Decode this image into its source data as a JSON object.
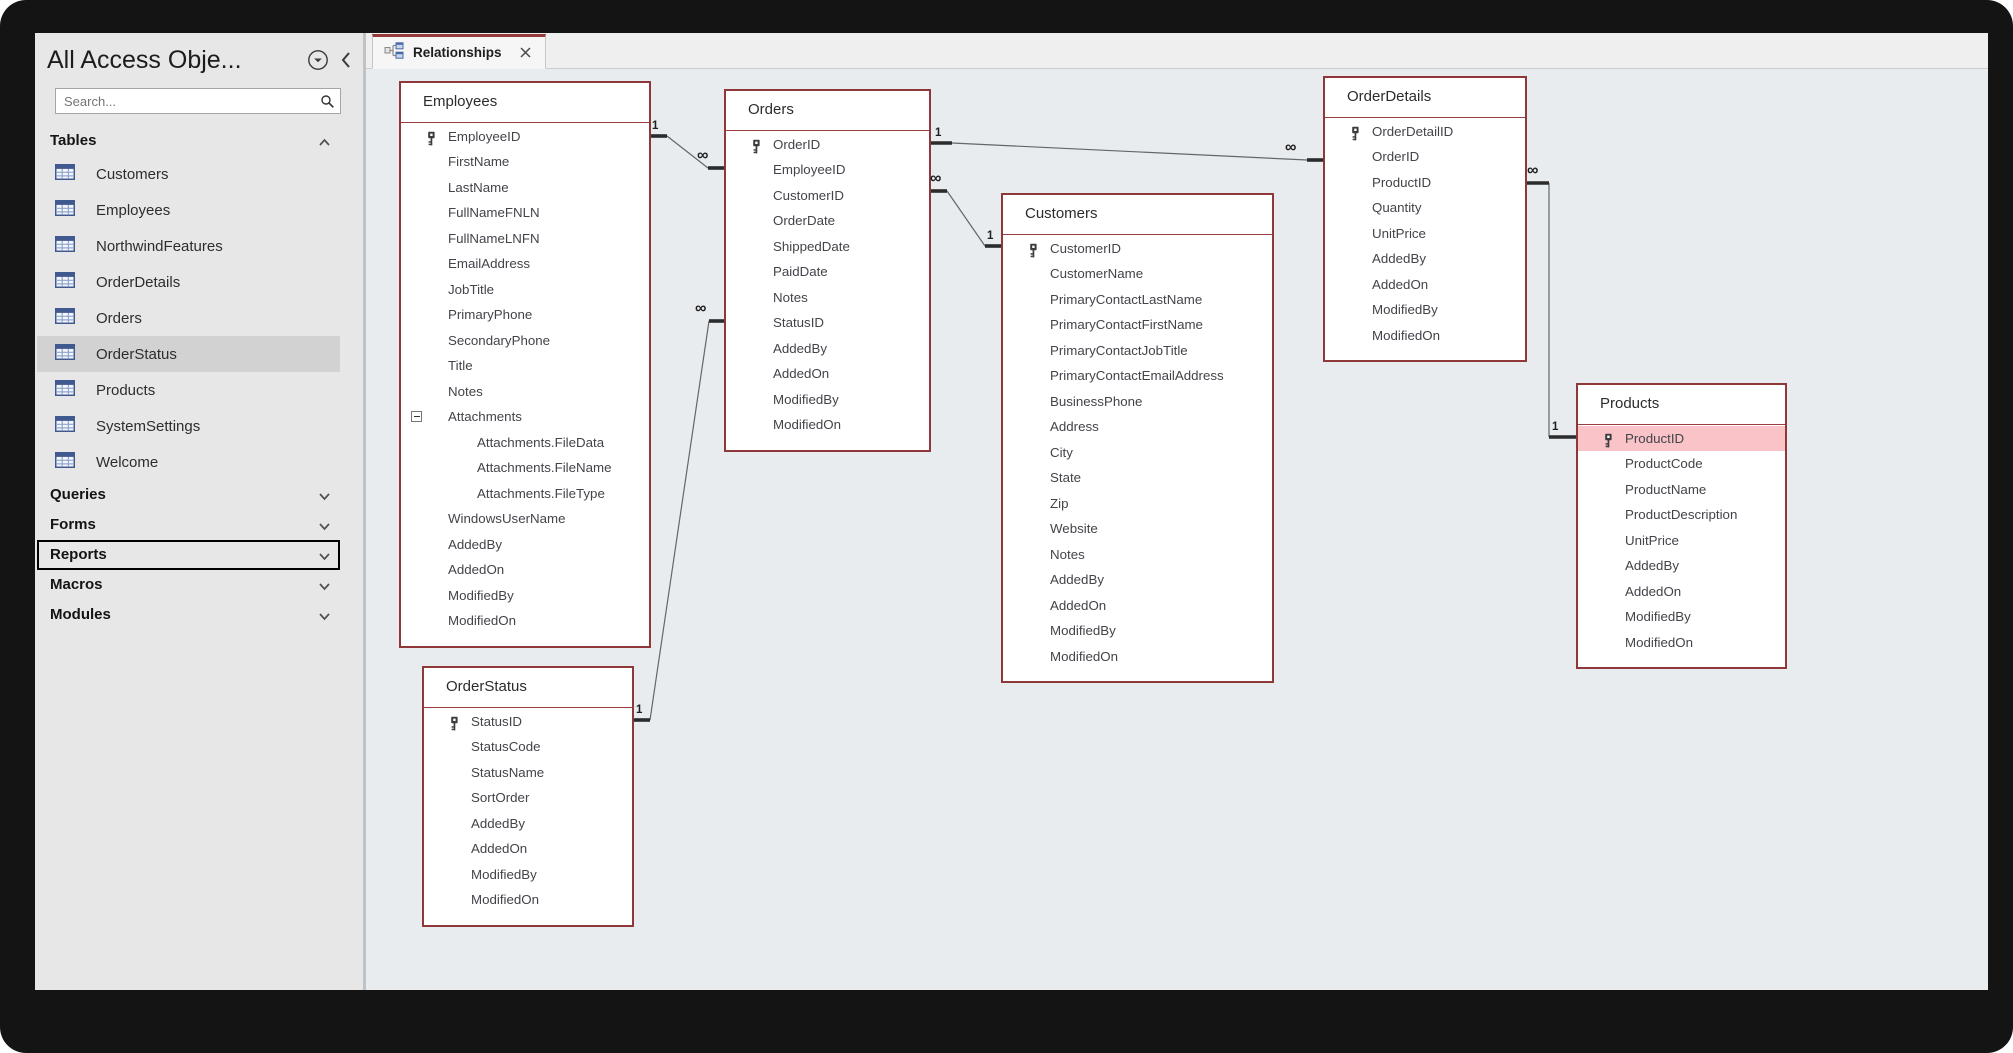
{
  "window": {
    "tab": {
      "label": "Relationships"
    }
  },
  "sidebar": {
    "title": "All Access Obje...",
    "search_placeholder": "Search...",
    "selected_item": "OrderStatus",
    "sections": [
      {
        "label": "Tables",
        "expanded": true,
        "focused": false,
        "items": [
          {
            "label": "Customers"
          },
          {
            "label": "Employees"
          },
          {
            "label": "NorthwindFeatures"
          },
          {
            "label": "OrderDetails"
          },
          {
            "label": "Orders"
          },
          {
            "label": "OrderStatus"
          },
          {
            "label": "Products"
          },
          {
            "label": "SystemSettings"
          },
          {
            "label": "Welcome"
          }
        ]
      },
      {
        "label": "Queries",
        "expanded": false,
        "focused": false
      },
      {
        "label": "Forms",
        "expanded": false,
        "focused": false
      },
      {
        "label": "Reports",
        "expanded": false,
        "focused": true
      },
      {
        "label": "Macros",
        "expanded": false,
        "focused": false
      },
      {
        "label": "Modules",
        "expanded": false,
        "focused": false
      }
    ]
  },
  "diagram": {
    "tables": [
      {
        "name": "Employees",
        "fields": [
          {
            "name": "EmployeeID",
            "key": true
          },
          {
            "name": "FirstName"
          },
          {
            "name": "LastName"
          },
          {
            "name": "FullNameFNLN"
          },
          {
            "name": "FullNameLNFN"
          },
          {
            "name": "EmailAddress"
          },
          {
            "name": "JobTitle"
          },
          {
            "name": "PrimaryPhone"
          },
          {
            "name": "SecondaryPhone"
          },
          {
            "name": "Title"
          },
          {
            "name": "Notes"
          },
          {
            "name": "Attachments",
            "expander": true
          },
          {
            "name": "Attachments.FileData",
            "indent": true
          },
          {
            "name": "Attachments.FileName",
            "indent": true
          },
          {
            "name": "Attachments.FileType",
            "indent": true
          },
          {
            "name": "WindowsUserName"
          },
          {
            "name": "AddedBy"
          },
          {
            "name": "AddedOn"
          },
          {
            "name": "ModifiedBy"
          },
          {
            "name": "ModifiedOn"
          }
        ]
      },
      {
        "name": "Orders",
        "fields": [
          {
            "name": "OrderID",
            "key": true
          },
          {
            "name": "EmployeeID"
          },
          {
            "name": "CustomerID"
          },
          {
            "name": "OrderDate"
          },
          {
            "name": "ShippedDate"
          },
          {
            "name": "PaidDate"
          },
          {
            "name": "Notes"
          },
          {
            "name": "StatusID"
          },
          {
            "name": "AddedBy"
          },
          {
            "name": "AddedOn"
          },
          {
            "name": "ModifiedBy"
          },
          {
            "name": "ModifiedOn"
          }
        ]
      },
      {
        "name": "Customers",
        "fields": [
          {
            "name": "CustomerID",
            "key": true
          },
          {
            "name": "CustomerName"
          },
          {
            "name": "PrimaryContactLastName"
          },
          {
            "name": "PrimaryContactFirstName"
          },
          {
            "name": "PrimaryContactJobTitle"
          },
          {
            "name": "PrimaryContactEmailAddress"
          },
          {
            "name": "BusinessPhone"
          },
          {
            "name": "Address"
          },
          {
            "name": "City"
          },
          {
            "name": "State"
          },
          {
            "name": "Zip"
          },
          {
            "name": "Website"
          },
          {
            "name": "Notes"
          },
          {
            "name": "AddedBy"
          },
          {
            "name": "AddedOn"
          },
          {
            "name": "ModifiedBy"
          },
          {
            "name": "ModifiedOn"
          }
        ]
      },
      {
        "name": "OrderDetails",
        "fields": [
          {
            "name": "OrderDetailID",
            "key": true
          },
          {
            "name": "OrderID"
          },
          {
            "name": "ProductID"
          },
          {
            "name": "Quantity"
          },
          {
            "name": "UnitPrice"
          },
          {
            "name": "AddedBy"
          },
          {
            "name": "AddedOn"
          },
          {
            "name": "ModifiedBy"
          },
          {
            "name": "ModifiedOn"
          }
        ]
      },
      {
        "name": "Products",
        "fields": [
          {
            "name": "ProductID",
            "key": true,
            "highlight": true
          },
          {
            "name": "ProductCode"
          },
          {
            "name": "ProductName"
          },
          {
            "name": "ProductDescription"
          },
          {
            "name": "UnitPrice"
          },
          {
            "name": "AddedBy"
          },
          {
            "name": "AddedOn"
          },
          {
            "name": "ModifiedBy"
          },
          {
            "name": "ModifiedOn"
          }
        ]
      },
      {
        "name": "OrderStatus",
        "fields": [
          {
            "name": "StatusID",
            "key": true
          },
          {
            "name": "StatusCode"
          },
          {
            "name": "StatusName"
          },
          {
            "name": "SortOrder"
          },
          {
            "name": "AddedBy"
          },
          {
            "name": "AddedOn"
          },
          {
            "name": "ModifiedBy"
          },
          {
            "name": "ModifiedOn"
          }
        ]
      }
    ],
    "relationships": [
      {
        "from": "Employees",
        "from_card": "1",
        "to": "Orders",
        "to_card": "∞"
      },
      {
        "from": "Orders",
        "from_card": "1",
        "to": "OrderDetails",
        "to_card": "∞"
      },
      {
        "from": "Customers",
        "from_card": "1",
        "to": "Orders",
        "to_card": "∞"
      },
      {
        "from": "OrderStatus",
        "from_card": "1",
        "to": "Orders",
        "to_card": "∞"
      },
      {
        "from": "Products",
        "from_card": "1",
        "to": "OrderDetails",
        "to_card": "∞"
      }
    ]
  },
  "icons": {
    "tab_close": "✕",
    "search": "magnifier",
    "nav_menu": "circled-caret-down",
    "nav_collapse": "chevron-left",
    "primary_key": "key",
    "table": "table-grid"
  },
  "colors": {
    "accent_maroon": "#8e3839",
    "field_highlight_pink": "#f9c3c8",
    "sidebar_selected_bg": "#d2d2d2",
    "canvas_bg": "#e8ecef"
  }
}
